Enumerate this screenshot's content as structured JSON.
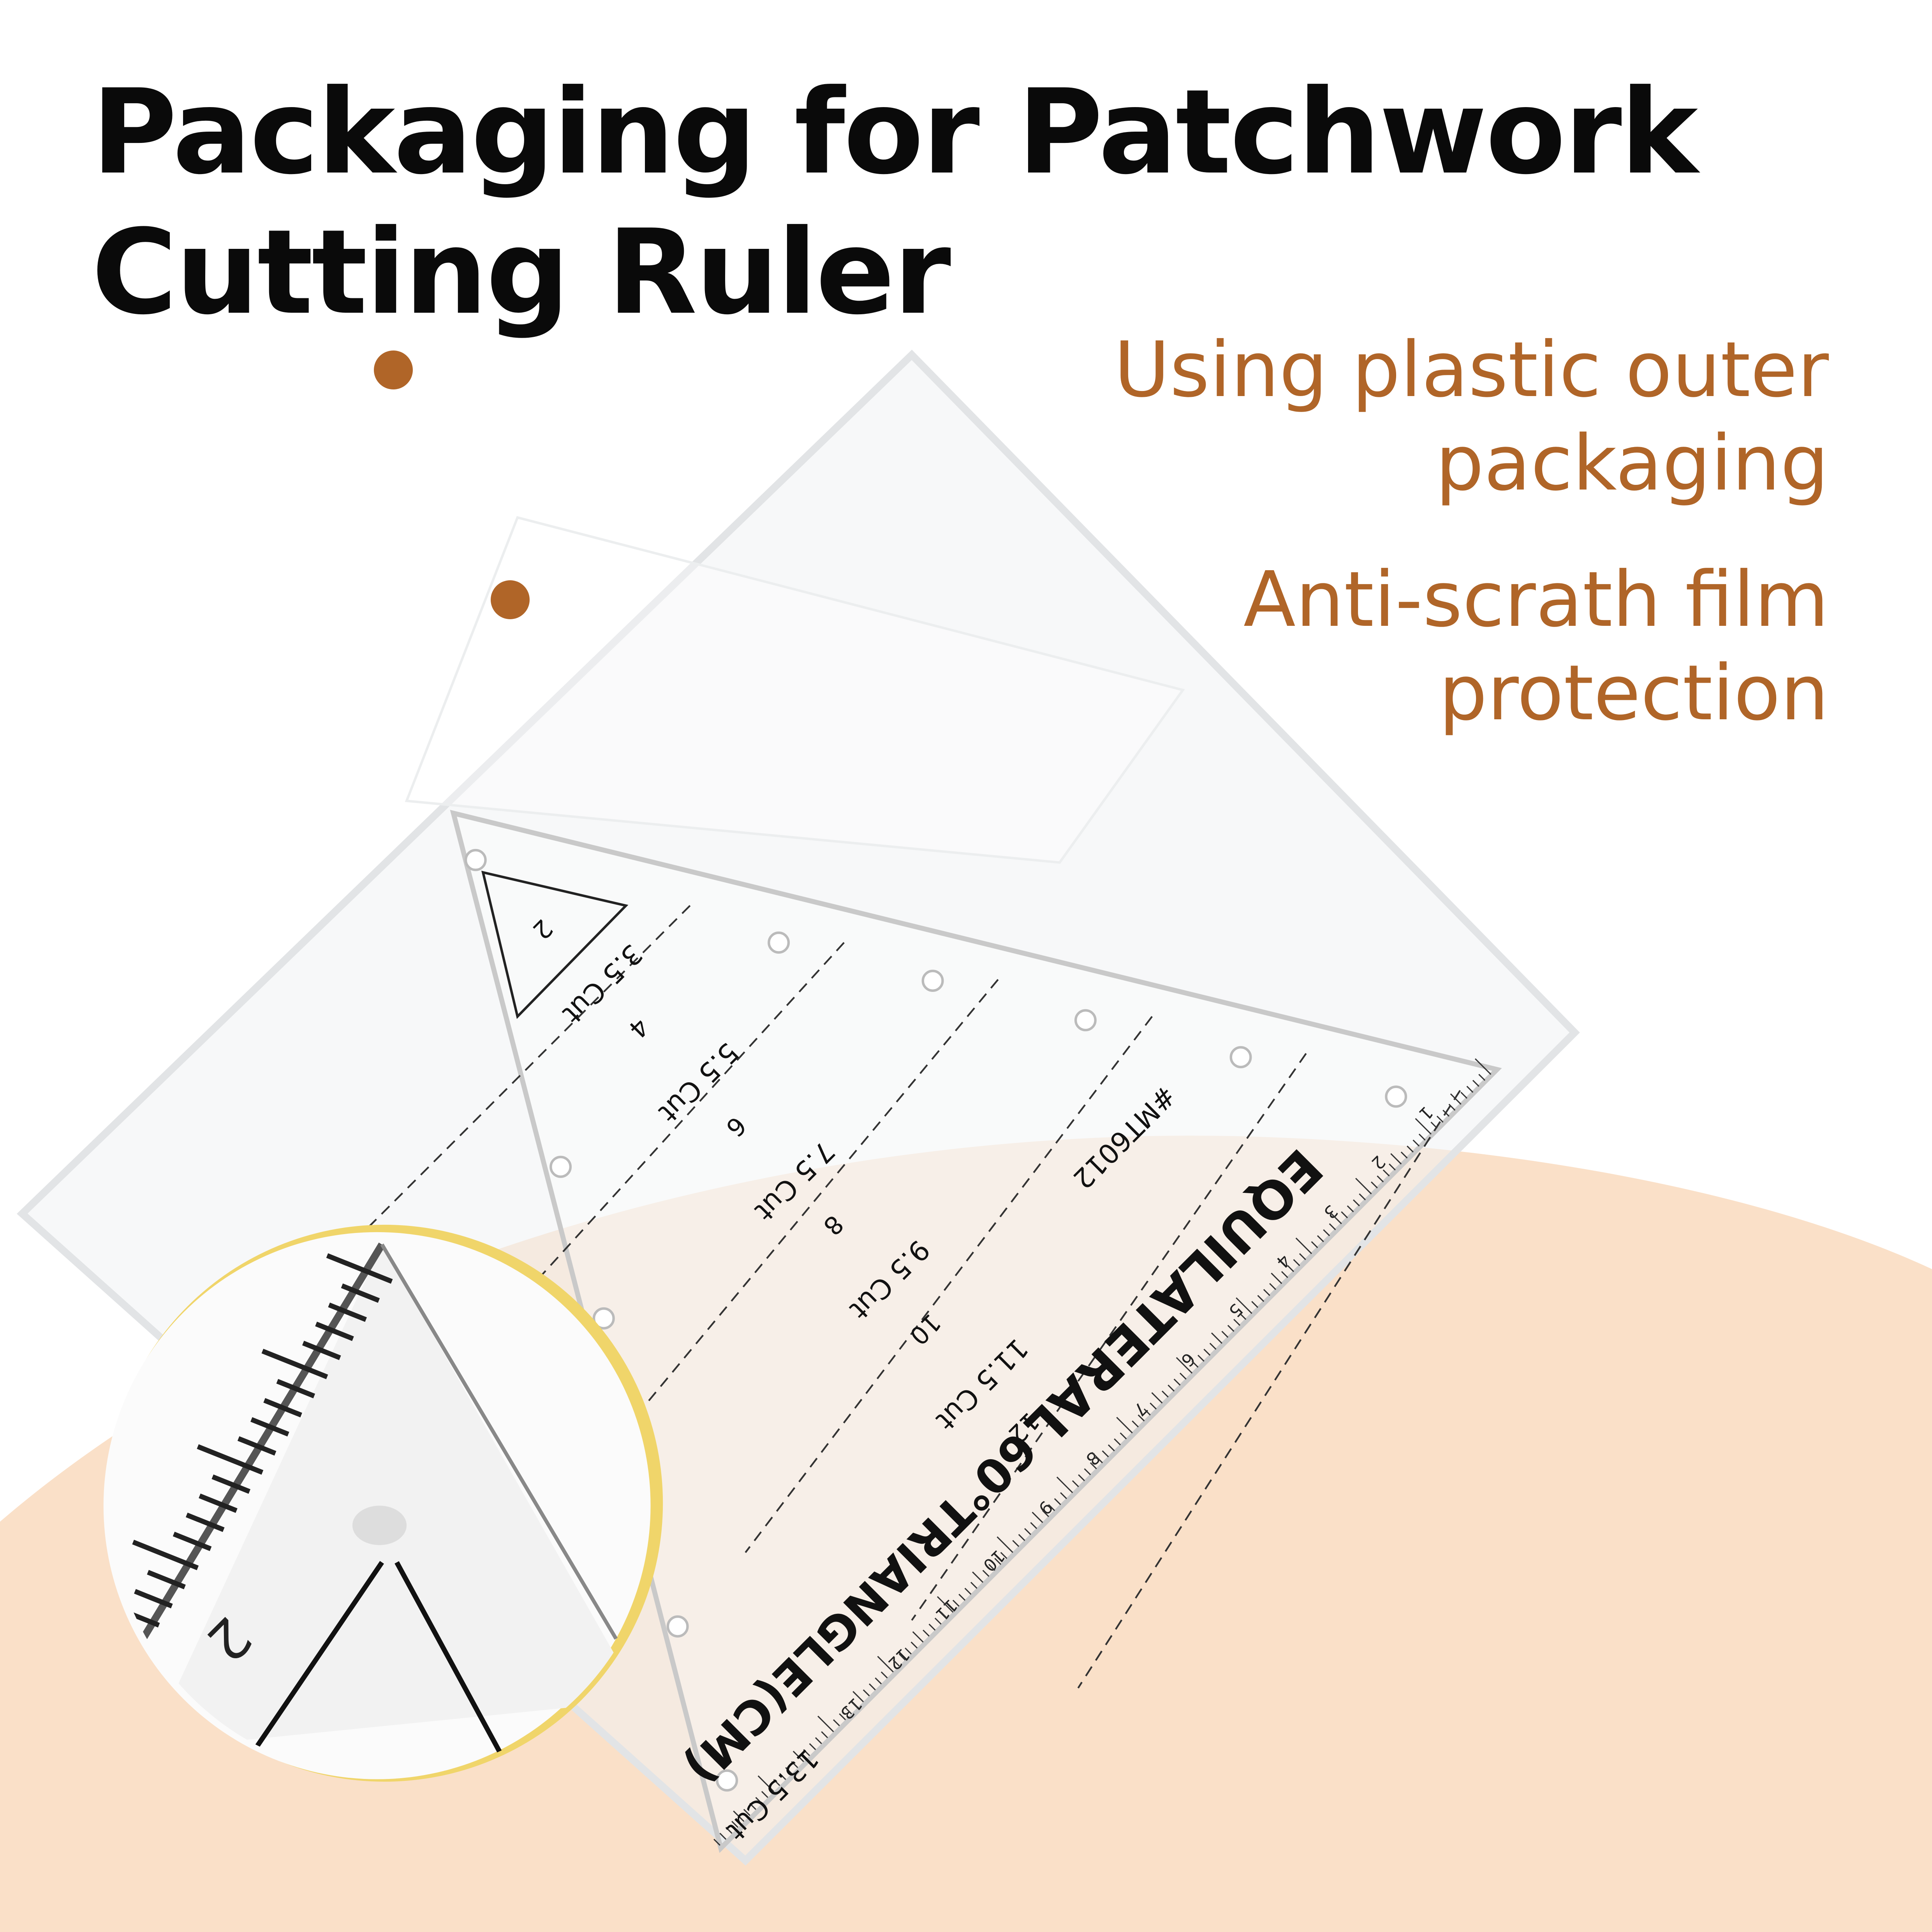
{
  "title": {
    "line1": "Packaging for Patchwork",
    "line2": "Cutting Ruler"
  },
  "features": [
    {
      "line1": "Using plastic outer",
      "line2": "packaging"
    },
    {
      "line1": "Anti-scrath film",
      "line2": "protection"
    }
  ],
  "ruler": {
    "name": "EQUILATERAL",
    "type": "60°TRIANGLE(CM)",
    "model": "#MT6012",
    "cut_labels": [
      "3.5 Cut",
      "5.5 Cut",
      "7.5 Cut",
      "9.5 Cut",
      "11.5 Cut",
      "13.5 Cut"
    ],
    "sizes": [
      "2",
      "4",
      "6",
      "8",
      "10",
      "12"
    ],
    "scale_numbers": [
      "1",
      "2",
      "3",
      "4",
      "5",
      "6",
      "7",
      "8",
      "9",
      "10",
      "11",
      "12",
      "13"
    ]
  },
  "magnifier": {
    "scale_number": "2"
  },
  "colors": {
    "accent": "#b06528",
    "background_arc": "#fae0c8",
    "magnifier_ring": "#f0d56a"
  }
}
